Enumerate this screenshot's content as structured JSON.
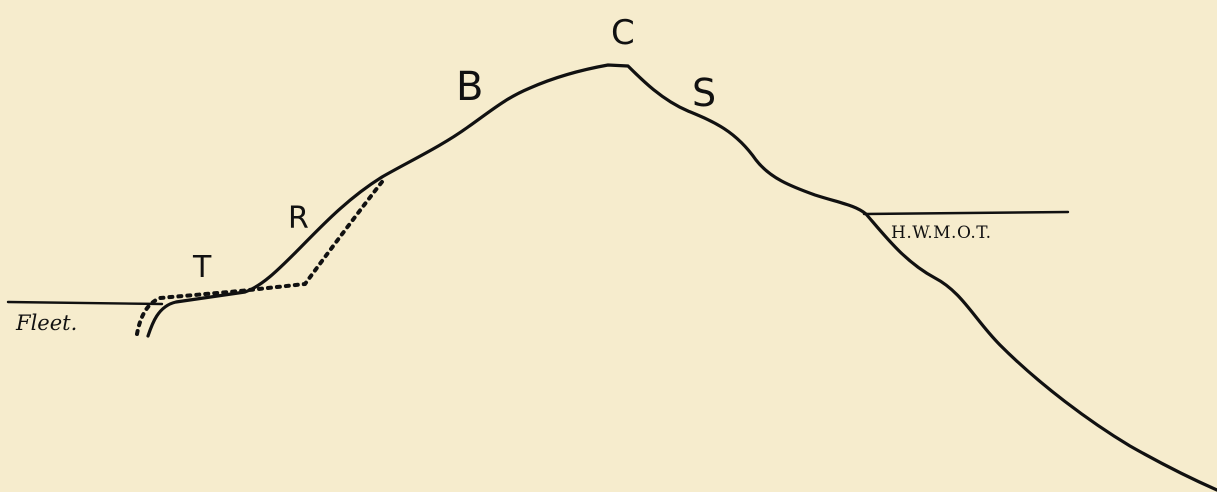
{
  "background_color": "#f6eccd",
  "ink_color": "#111111",
  "labels": {
    "c": "C",
    "b": "B",
    "s": "S",
    "r": "R",
    "t": "T",
    "hwmot": "H.W.M.O.T.",
    "fleet": "Fleet."
  }
}
